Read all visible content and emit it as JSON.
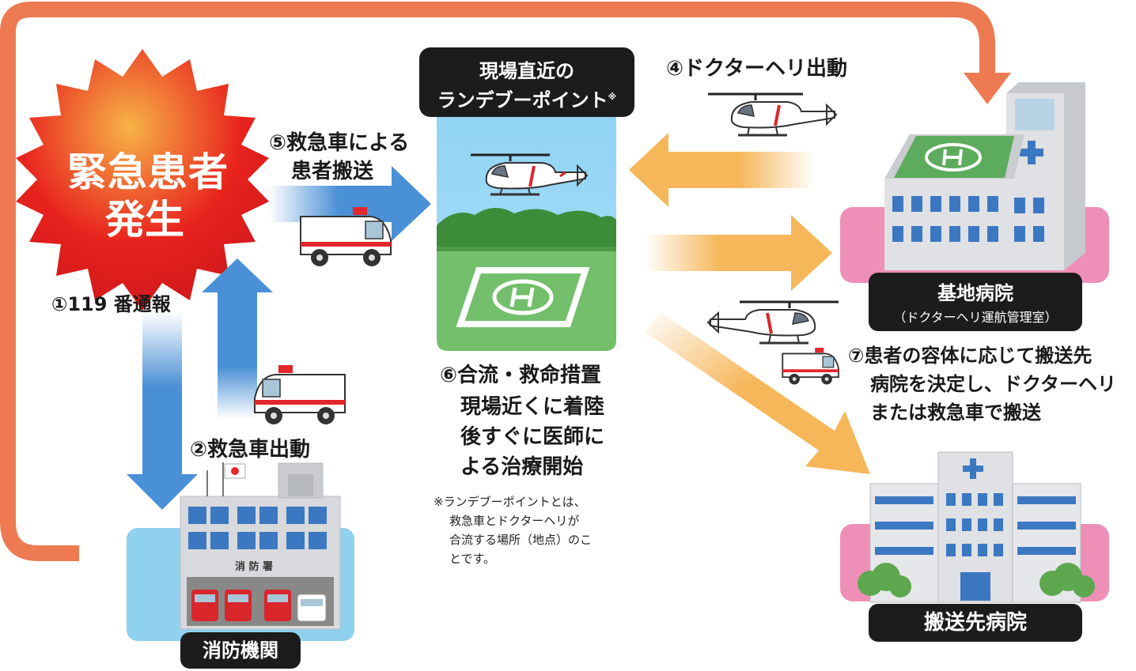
{
  "emergency": {
    "line1": "緊急患者",
    "line2": "発生"
  },
  "steps": {
    "call": "①119 番通報",
    "ambulance_dispatch": "②救急車出動",
    "heli_dispatch": "④ドクターヘリ出動",
    "transport_line1": "⑤救急車による",
    "transport_line2": "患者搬送",
    "meet_line1": "⑥合流・救命措置",
    "meet_line2": "現場近くに着陸",
    "meet_line3": "後すぐに医師に",
    "meet_line4": "よる治療開始",
    "decide_line1": "⑦患者の容体に応じて搬送先",
    "decide_line2": "病院を決定し、ドクターヘリ",
    "decide_line3": "または救急車で搬送"
  },
  "rendezvous": {
    "line1": "現場直近の",
    "line2": "ランデブーポイント",
    "mark": "※"
  },
  "base_hospital": {
    "name": "基地病院",
    "sub": "（ドクターヘリ運航管理室）"
  },
  "dest_hospital": {
    "name": "搬送先病院"
  },
  "fire_dept": {
    "name": "消防機関",
    "building_sign": "消 防 署"
  },
  "footnote": {
    "line1": "※ランデブーポイントとは、",
    "line2": "救急車とドクターヘリが",
    "line3": "合流する場所（地点）のこ",
    "line4": "とです。"
  },
  "colors": {
    "loop": "#ee7a52",
    "blue_arrow": "#4a90d6",
    "orange_arrow": "#f6b75a",
    "burst": "#e8231e",
    "pink_pad": "#ee8fb7",
    "fire_pad": "#8fd1ef",
    "sky": "#8fd3f4",
    "grass": "#73bf6b"
  }
}
